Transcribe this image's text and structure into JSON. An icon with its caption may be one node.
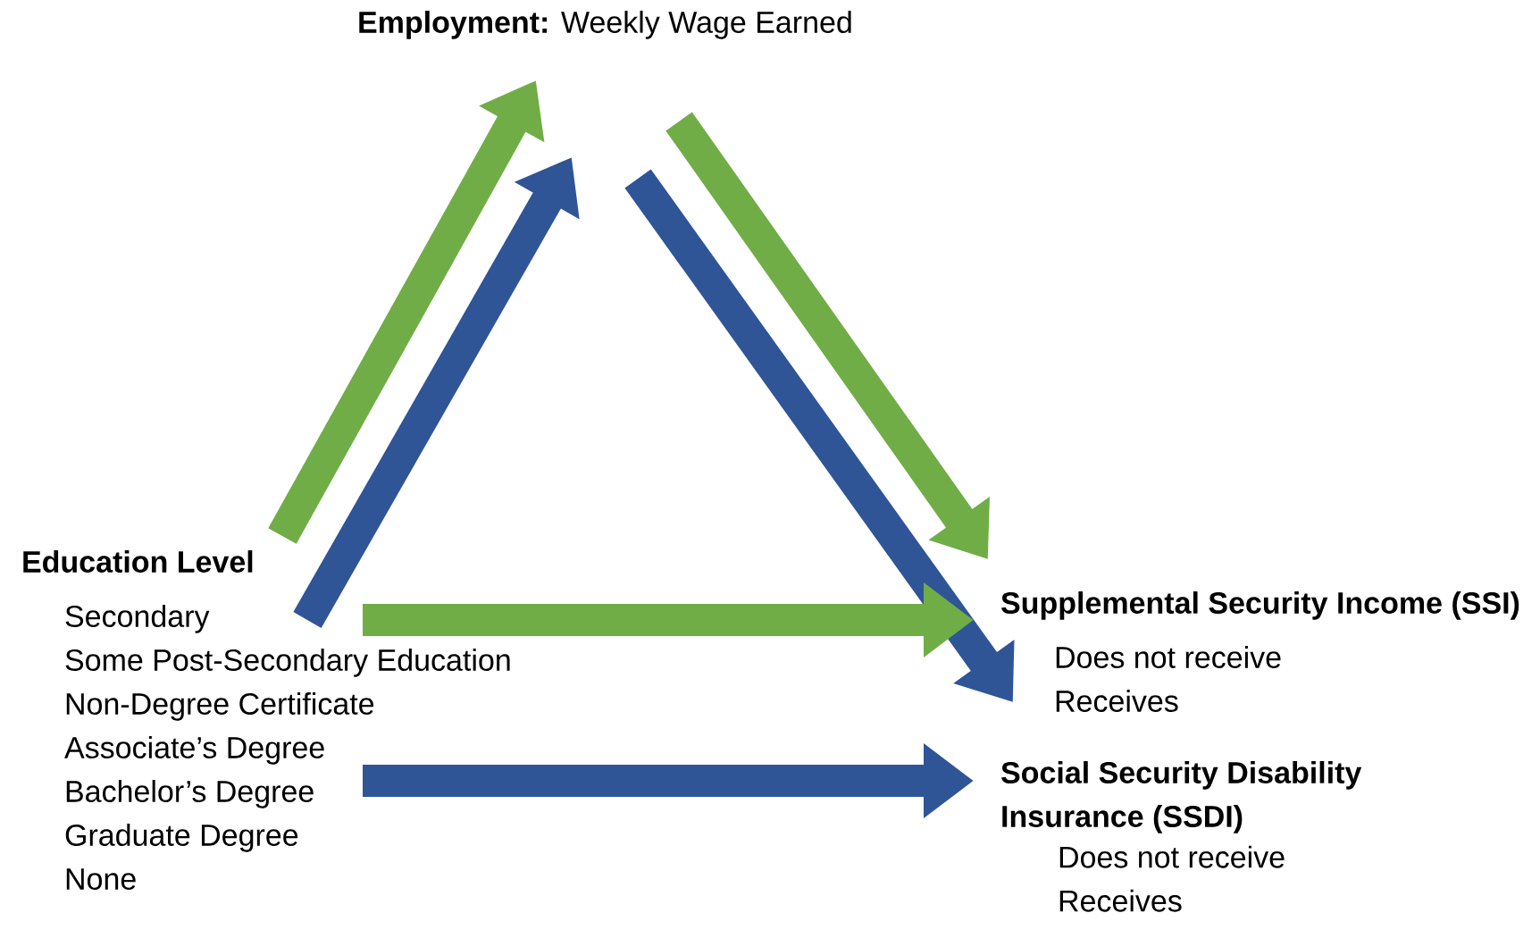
{
  "diagram": {
    "nodes": [
      {
        "text": [
          "**Employment:** Weekly Wage Earned"
        ]
      },
      {
        "text": [
          "Education Level",
          "Secondary",
          "Some Post-Secondary Education",
          "Non-Degree Certificate",
          "Associate’s Degree",
          "Bachelor’s Degree",
          "Graduate Degree",
          "None"
        ]
      },
      {
        "text": [
          "Supplemental Security Income (SSI)",
          "Does not receive",
          "Receives"
        ]
      },
      {
        "text": [
          "Social Security Disability Insurance (SSDI)",
          "Does not receive",
          "Receives"
        ]
      }
    ],
    "edges": [
      {
        "from": 1,
        "to": 0,
        "arrow": "to",
        "color": "#70ad47"
      },
      {
        "from": 1,
        "to": 0,
        "arrow": "to",
        "color": "#2f5597"
      },
      {
        "from": 0,
        "to": 2,
        "arrow": "to",
        "color": "#70ad47"
      },
      {
        "from": 0,
        "to": 2,
        "arrow": "to",
        "color": "#2f5597"
      },
      {
        "from": 1,
        "to": 2,
        "arrow": "to",
        "color": "#70ad47"
      },
      {
        "from": 1,
        "to": 3,
        "arrow": "to",
        "color": "#2f5597"
      }
    ]
  }
}
